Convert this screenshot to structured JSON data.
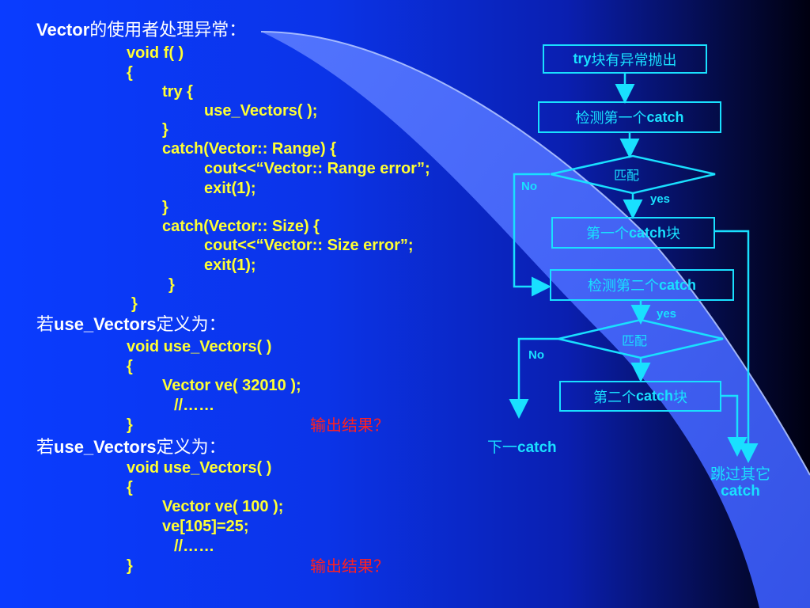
{
  "heading1": {
    "prefix": "Vector",
    "suffix": "的使用者处理异常："
  },
  "code_block1": [
    "void f( )",
    "{",
    "try {",
    "use_Vectors( );",
    "}",
    "catch(Vector:: Range) {",
    "cout<<“Vector:: Range error”;",
    "exit(1);",
    "}",
    "catch(Vector:: Size) {",
    "cout<<“Vector:: Size error”;",
    "exit(1);",
    "}",
    "}"
  ],
  "heading2": {
    "prefix": "若",
    "name": "use_Vectors",
    "suffix": "定义为："
  },
  "code_block2": [
    "void use_Vectors( )",
    "{",
    "Vector ve( 32010 );",
    "//……",
    "}"
  ],
  "heading3": {
    "prefix": "若",
    "name": "use_Vectors",
    "suffix": "定义为："
  },
  "code_block3": [
    "void use_Vectors( )",
    "{",
    "Vector ve( 100 );",
    "ve[105]=25;",
    "//……",
    "}"
  ],
  "question1": "输出结果？",
  "question2": "输出结果？",
  "flowchart": {
    "try_box": {
      "latin": "try",
      "cn": "块有异常抛出"
    },
    "check1": {
      "cn": "检测第一个",
      "latin": "catch"
    },
    "match1": "匹配",
    "no1": "No",
    "yes1": "yes",
    "block1": {
      "cn": "第一个",
      "latin": "catch",
      "cn2": "块"
    },
    "check2": {
      "cn": "检测第二个",
      "latin": "catch"
    },
    "yes2": "yes",
    "match2": "匹配",
    "no2": "No",
    "block2": {
      "cn": "第二个",
      "latin": "catch",
      "cn2": "块"
    },
    "next_catch": {
      "cn": "下一",
      "latin": "catch"
    },
    "skip": {
      "cn": "跳过其它",
      "latin": "catch"
    }
  },
  "colors": {
    "code": "#ffff33",
    "heading": "#ffffff",
    "question": "#ff2020",
    "flow": "#19e0ff"
  }
}
